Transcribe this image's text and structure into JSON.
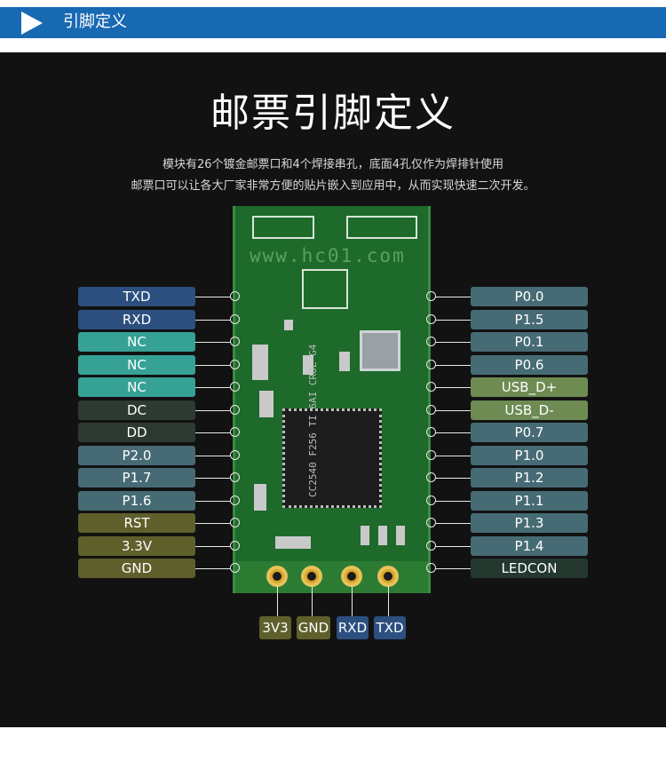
{
  "header": {
    "title": "引脚定义",
    "accent_color": "#1769b2"
  },
  "main": {
    "title": "邮票引脚定义",
    "description_line1": "模块有26个镀金邮票口和4个焊接串孔，底面4孔仅作为焊排针使用",
    "description_line2": "邮票口可以让各大厂家非常方便的贴片嵌入到应用中，从而实现快速二次开发。"
  },
  "board": {
    "silkscreen_url": "www.hc01.com",
    "chip_marking": "CC2540 F256 TI 6AI CROL G4"
  },
  "colors": {
    "uart": "#2c4f7f",
    "nc": "#36a295",
    "debug": "#2d3a31",
    "gpio": "#466b74",
    "power": "#5f5f2c",
    "usb": "#6d8b52",
    "led": "#243830"
  },
  "pins": {
    "left": [
      {
        "label": "TXD",
        "color": "#2c4f7f"
      },
      {
        "label": "RXD",
        "color": "#2c4f7f"
      },
      {
        "label": "NC",
        "color": "#36a295"
      },
      {
        "label": "NC",
        "color": "#36a295"
      },
      {
        "label": "NC",
        "color": "#36a295"
      },
      {
        "label": "DC",
        "color": "#2d3a31"
      },
      {
        "label": "DD",
        "color": "#2d3a31"
      },
      {
        "label": "P2.0",
        "color": "#466b74"
      },
      {
        "label": "P1.7",
        "color": "#466b74"
      },
      {
        "label": "P1.6",
        "color": "#466b74"
      },
      {
        "label": "RST",
        "color": "#5f5f2c"
      },
      {
        "label": "3.3V",
        "color": "#5f5f2c"
      },
      {
        "label": "GND",
        "color": "#5f5f2c"
      }
    ],
    "right": [
      {
        "label": "P0.0",
        "color": "#466b74"
      },
      {
        "label": "P1.5",
        "color": "#466b74"
      },
      {
        "label": "P0.1",
        "color": "#466b74"
      },
      {
        "label": "P0.6",
        "color": "#466b74"
      },
      {
        "label": "USB_D+",
        "color": "#6d8b52"
      },
      {
        "label": "USB_D-",
        "color": "#6d8b52"
      },
      {
        "label": "P0.7",
        "color": "#466b74"
      },
      {
        "label": "P1.0",
        "color": "#466b74"
      },
      {
        "label": "P1.2",
        "color": "#466b74"
      },
      {
        "label": "P1.1",
        "color": "#466b74"
      },
      {
        "label": "P1.3",
        "color": "#466b74"
      },
      {
        "label": "P1.4",
        "color": "#466b74"
      },
      {
        "label": "LEDCON",
        "color": "#243830"
      }
    ],
    "bottom": [
      {
        "label": "3V3",
        "color": "#5f5f2c"
      },
      {
        "label": "GND",
        "color": "#5f5f2c"
      },
      {
        "label": "RXD",
        "color": "#2c4f7f"
      },
      {
        "label": "TXD",
        "color": "#2c4f7f"
      }
    ]
  }
}
